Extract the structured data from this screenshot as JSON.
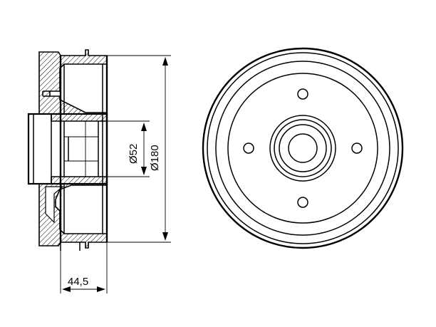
{
  "drawing": {
    "dimensions": {
      "outer_diameter": "Ø180",
      "hub_diameter": "Ø52",
      "width": "44,5"
    },
    "colors": {
      "line": "#000000",
      "background": "#ffffff"
    }
  }
}
